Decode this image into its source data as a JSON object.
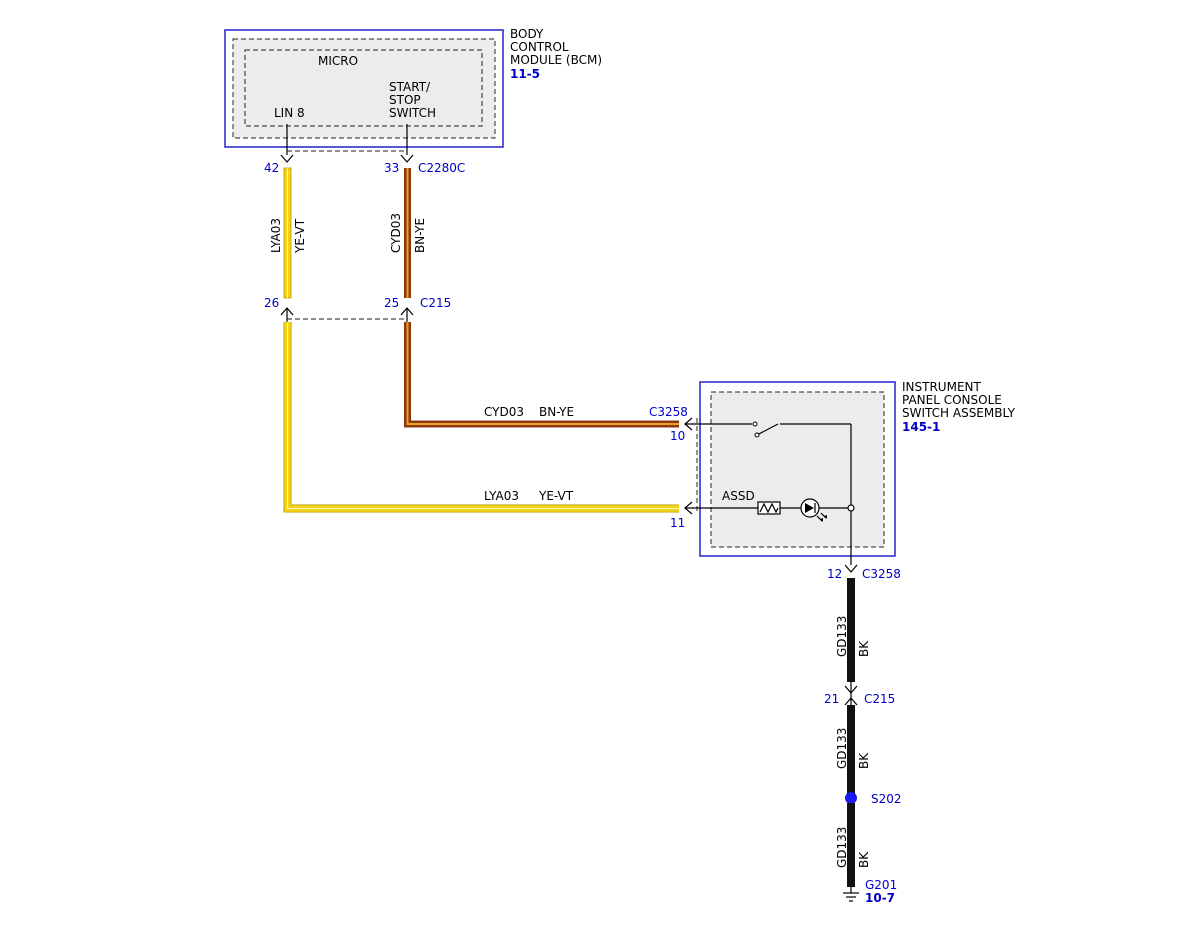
{
  "bcm": {
    "title_line1": "BODY",
    "title_line2": "CONTROL",
    "title_line3": "MODULE (BCM)",
    "ref": "11-5",
    "micro_label": "MICRO",
    "lin_label": "LIN 8",
    "ss_line1": "START/",
    "ss_line2": "STOP",
    "ss_line3": "SWITCH"
  },
  "ipcs": {
    "title_line1": "INSTRUMENT",
    "title_line2": "PANEL CONSOLE",
    "title_line3": "SWITCH ASSEMBLY",
    "ref": "145-1",
    "assd_label": "ASSD"
  },
  "pins": {
    "bcm_lin": "42",
    "bcm_ss": "33",
    "c215_lin": "26",
    "c215_ss": "25",
    "sw_ss": "10",
    "sw_lin": "11",
    "sw_gnd": "12",
    "c215_gnd": "21"
  },
  "connectors": {
    "bcm": "C2280C",
    "inline_top": "C215",
    "switch_ss": "C3258",
    "switch_gnd": "C3258",
    "inline_gnd": "C215",
    "splice": "S202",
    "ground": "G201",
    "ground_ref": "10-7"
  },
  "wires": {
    "lin": {
      "circuit": "LYA03",
      "color": "YE-VT"
    },
    "ss": {
      "circuit": "CYD03",
      "color": "BN-YE"
    },
    "gnd": {
      "circuit": "GD133",
      "color": "BK"
    }
  },
  "colors": {
    "yellow": "#f2d21b",
    "brown": "#8a3a10",
    "orange_stripe": "#f0a020",
    "black": "#111111",
    "module_border": "#2222cc",
    "pin_text": "#0000cc"
  }
}
